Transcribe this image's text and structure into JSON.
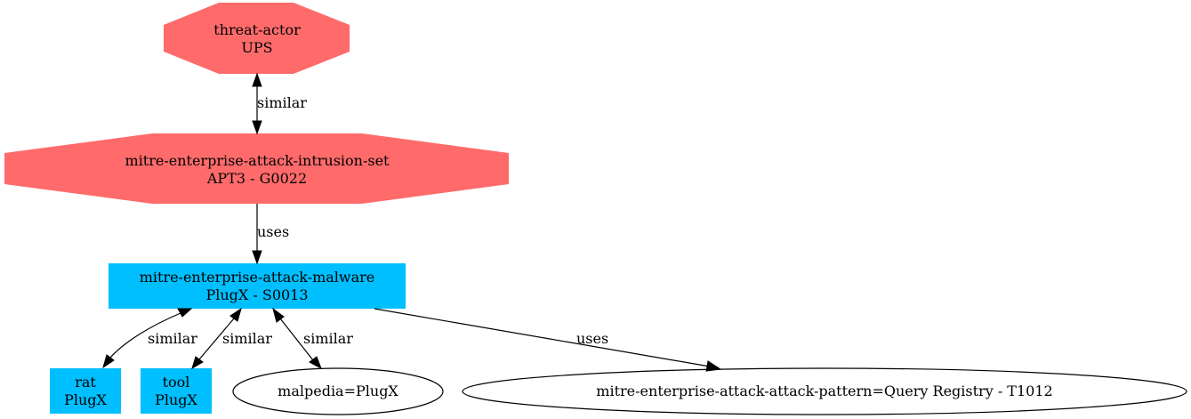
{
  "colors": {
    "threat_node": "#ff6b6b",
    "malware_node": "#00bfff",
    "ellipse_fill": "#ffffff",
    "edge": "#000000"
  },
  "nodes": {
    "threat_actor": {
      "line1": "threat-actor",
      "line2": "UPS",
      "shape": "octagon"
    },
    "intrusion_set": {
      "line1": "mitre-enterprise-attack-intrusion-set",
      "line2": "APT3 - G0022",
      "shape": "octagon"
    },
    "malware": {
      "line1": "mitre-enterprise-attack-malware",
      "line2": "PlugX - S0013",
      "shape": "box"
    },
    "rat": {
      "line1": "rat",
      "line2": "PlugX",
      "shape": "box"
    },
    "tool": {
      "line1": "tool",
      "line2": "PlugX",
      "shape": "box"
    },
    "malpedia": {
      "label": "malpedia=PlugX",
      "shape": "ellipse"
    },
    "attack_pattern": {
      "label": "mitre-enterprise-attack-attack-pattern=Query Registry - T1012",
      "shape": "ellipse"
    }
  },
  "edges": [
    {
      "from": "threat_actor",
      "to": "intrusion_set",
      "label": "similar",
      "dir": "both"
    },
    {
      "from": "intrusion_set",
      "to": "malware",
      "label": "uses",
      "dir": "forward"
    },
    {
      "from": "malware",
      "to": "rat",
      "label": "similar",
      "dir": "both"
    },
    {
      "from": "malware",
      "to": "tool",
      "label": "similar",
      "dir": "both"
    },
    {
      "from": "malware",
      "to": "malpedia",
      "label": "similar",
      "dir": "both"
    },
    {
      "from": "malware",
      "to": "attack_pattern",
      "label": "uses",
      "dir": "forward"
    }
  ]
}
